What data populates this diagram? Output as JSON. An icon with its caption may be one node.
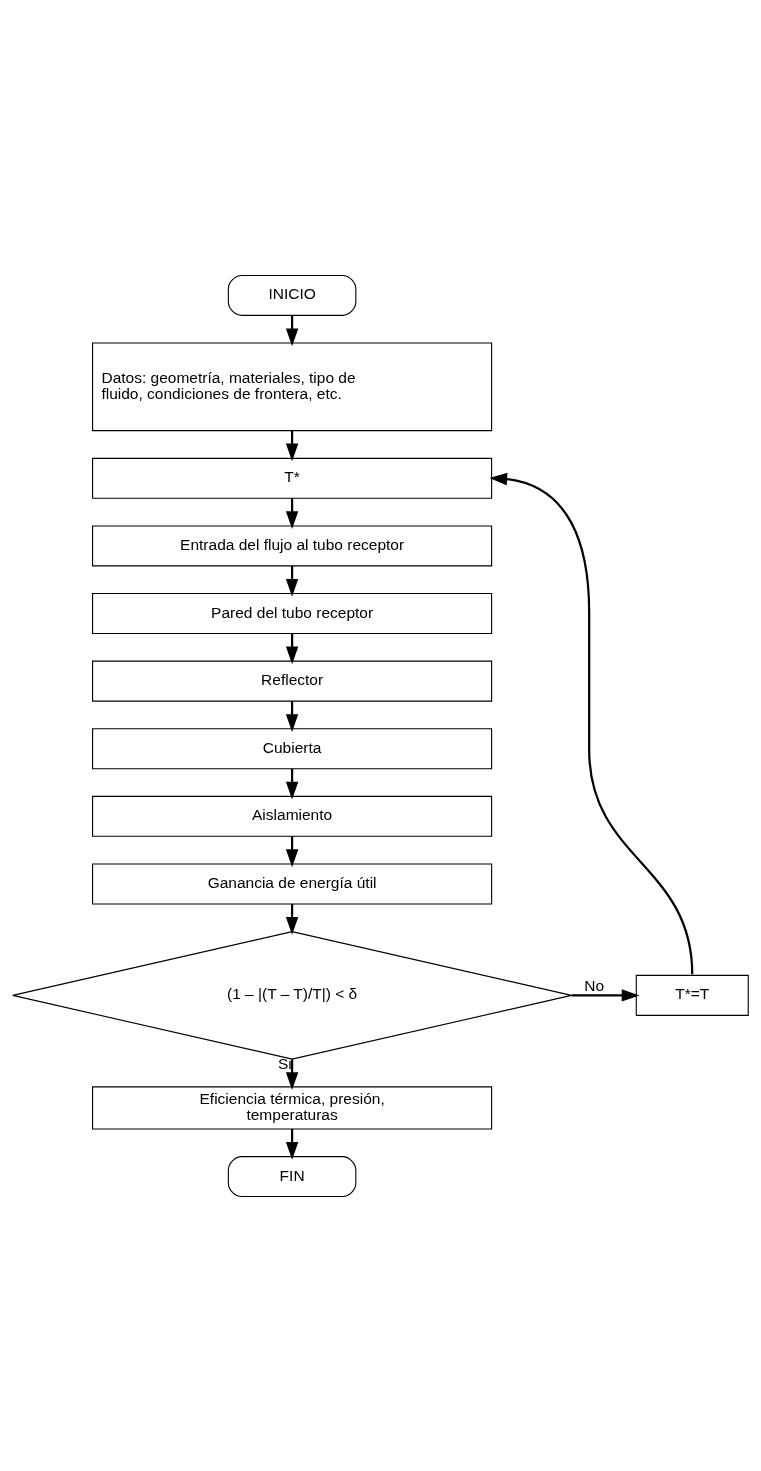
{
  "diagram": {
    "nodes": [
      {
        "text": [
          "INICIO"
        ]
      },
      {
        "text": [
          "Datos: geometría, materiales, tipo de fluido, condiciones de frontera, etc."
        ]
      },
      {
        "text": [
          "T*"
        ]
      },
      {
        "text": [
          "Entrada del flujo al tubo receptor"
        ]
      },
      {
        "text": [
          "Pared del tubo receptor"
        ]
      },
      {
        "text": [
          "Reflector"
        ]
      },
      {
        "text": [
          "Cubierta"
        ]
      },
      {
        "text": [
          "Aislamiento"
        ]
      },
      {
        "text": [
          "Ganancia de energía útil"
        ]
      },
      {
        "text": [
          "(1 – |(T – T)/T|) < δ"
        ]
      },
      {
        "text": [
          "T*=T"
        ]
      },
      {
        "text": [
          "Eficiencia térmica, presión, temperaturas"
        ]
      },
      {
        "text": [
          "FIN"
        ]
      }
    ],
    "edges": [
      {
        "from": 0,
        "to": 1,
        "arrow": "to"
      },
      {
        "from": 1,
        "to": 2,
        "arrow": "to"
      },
      {
        "from": 2,
        "to": 3,
        "arrow": "to"
      },
      {
        "from": 3,
        "to": 4,
        "arrow": "to"
      },
      {
        "from": 4,
        "to": 5,
        "arrow": "to"
      },
      {
        "from": 5,
        "to": 6,
        "arrow": "to"
      },
      {
        "from": 6,
        "to": 7,
        "arrow": "to"
      },
      {
        "from": 7,
        "to": 8,
        "arrow": "to"
      },
      {
        "from": 8,
        "to": 9,
        "arrow": "to"
      },
      {
        "from": 9,
        "to": 10,
        "arrow": "to",
        "label": "No"
      },
      {
        "from": 10,
        "to": 2,
        "arrow": "to"
      },
      {
        "from": 9,
        "to": 11,
        "arrow": "to",
        "label": "Si"
      },
      {
        "from": 11,
        "to": 12,
        "arrow": "to"
      }
    ]
  }
}
